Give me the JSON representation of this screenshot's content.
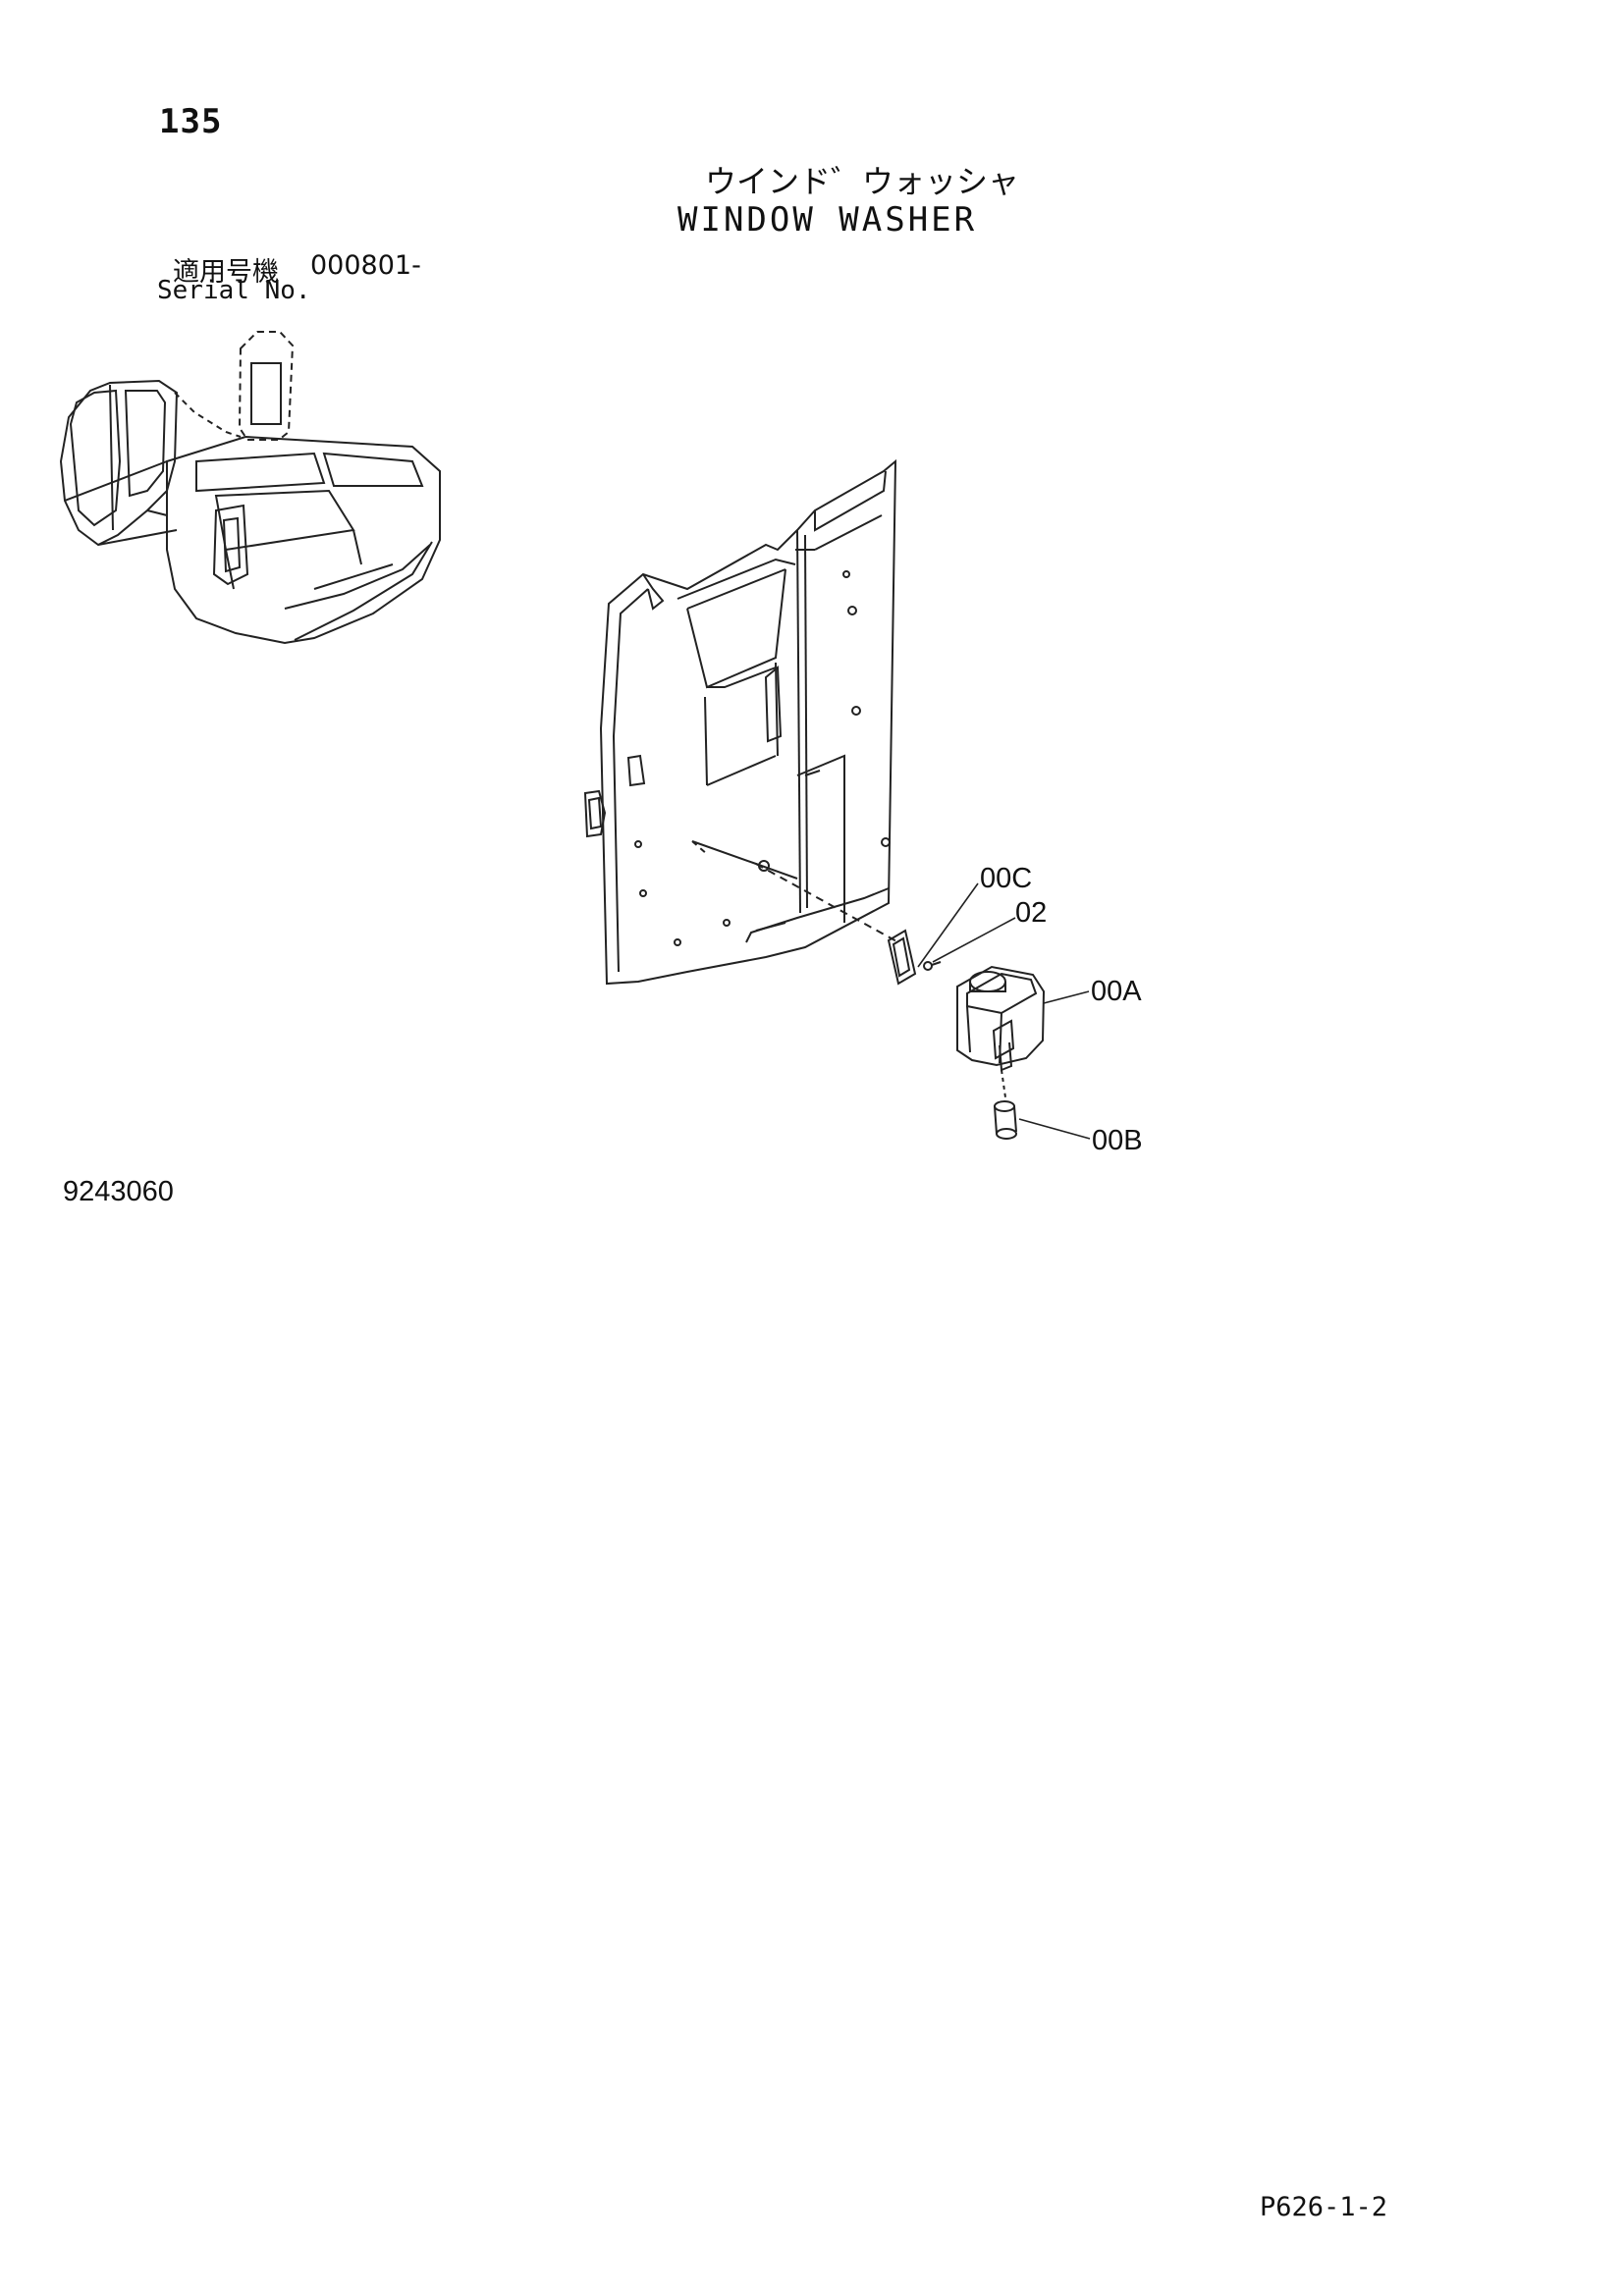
{
  "header": {
    "page_number": "135",
    "title_jp": "ウインド゛ウォッシャ",
    "title_en": "WINDOW WASHER"
  },
  "serial": {
    "label_jp": "適用号機",
    "value": "000801-",
    "label_en": "Serial No."
  },
  "callouts": {
    "c00c": "00C",
    "c02": "02",
    "c00a": "00A",
    "c00b": "00B"
  },
  "footer": {
    "figure_number": "9243060",
    "page_ref": "P626-1-2"
  }
}
